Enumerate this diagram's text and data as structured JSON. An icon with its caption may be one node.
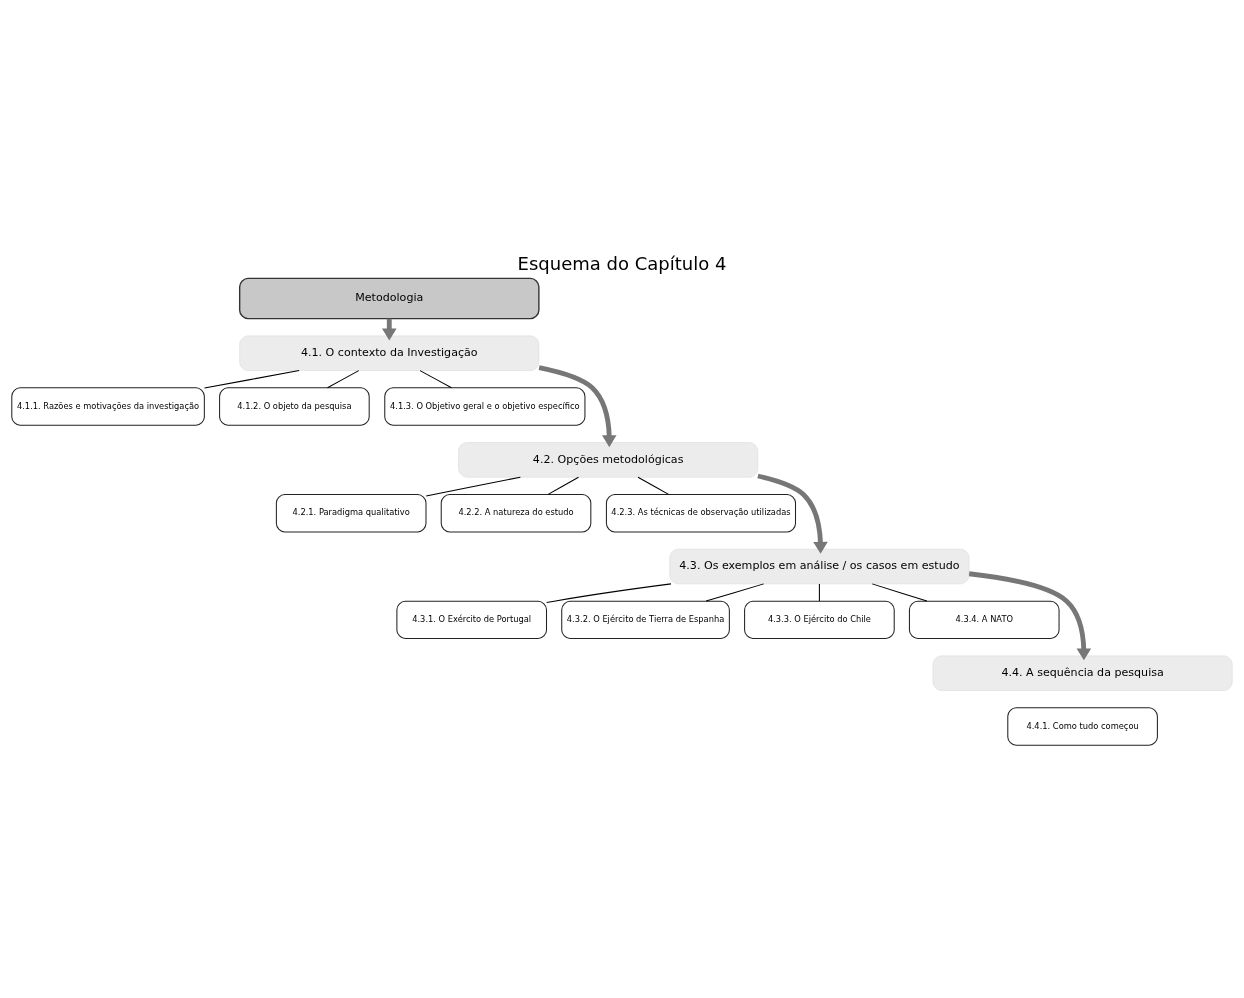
{
  "diagram": {
    "title": "Esquema do Capítulo 4",
    "nodes": [
      {
        "text": [
          "Metodologia"
        ]
      },
      {
        "text": [
          "4.1. O contexto da Investigação"
        ]
      },
      {
        "text": [
          "4.1.1. Razões e motivações da investigação"
        ]
      },
      {
        "text": [
          "4.1.2. O objeto da pesquisa"
        ]
      },
      {
        "text": [
          "4.1.3. O Objetivo geral e o objetivo específico"
        ]
      },
      {
        "text": [
          "4.2. Opções metodológicas"
        ]
      },
      {
        "text": [
          "4.2.1. Paradigma qualitativo"
        ]
      },
      {
        "text": [
          "4.2.2. A natureza do estudo"
        ]
      },
      {
        "text": [
          "4.2.3. As técnicas de observação utilizadas"
        ]
      },
      {
        "text": [
          "4.3. Os exemplos em análise / os casos em estudo"
        ]
      },
      {
        "text": [
          "4.3.1. O Exército de Portugal"
        ]
      },
      {
        "text": [
          "4.3.2. O Ejército de Tierra de Espanha"
        ]
      },
      {
        "text": [
          "4.3.3. O Ejército do Chile"
        ]
      },
      {
        "text": [
          "4.3.4. A NATO"
        ]
      },
      {
        "text": [
          "4.4. A sequência da pesquisa"
        ]
      },
      {
        "text": [
          "4.4.1. Como tudo começou"
        ]
      }
    ],
    "edges": [
      {
        "from": 0,
        "to": 1,
        "arrow": "to",
        "style": "thick",
        "color": "#777777"
      },
      {
        "from": 1,
        "to": 2,
        "arrow": "none"
      },
      {
        "from": 1,
        "to": 3,
        "arrow": "none"
      },
      {
        "from": 1,
        "to": 4,
        "arrow": "none"
      },
      {
        "from": 1,
        "to": 5,
        "arrow": "to",
        "style": "thick",
        "color": "#777777"
      },
      {
        "from": 5,
        "to": 6,
        "arrow": "none"
      },
      {
        "from": 5,
        "to": 7,
        "arrow": "none"
      },
      {
        "from": 5,
        "to": 8,
        "arrow": "none"
      },
      {
        "from": 5,
        "to": 9,
        "arrow": "to",
        "style": "thick",
        "color": "#777777"
      },
      {
        "from": 9,
        "to": 10,
        "arrow": "none"
      },
      {
        "from": 9,
        "to": 11,
        "arrow": "none"
      },
      {
        "from": 9,
        "to": 12,
        "arrow": "none"
      },
      {
        "from": 9,
        "to": 13,
        "arrow": "none"
      },
      {
        "from": 9,
        "to": 14,
        "arrow": "to",
        "style": "thick",
        "color": "#777777"
      }
    ]
  }
}
